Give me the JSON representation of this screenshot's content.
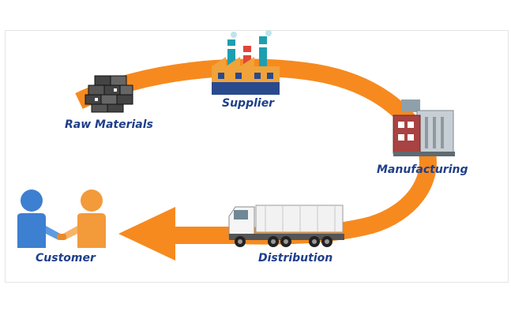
{
  "stages": {
    "raw_materials": {
      "label": "Raw Materials",
      "icon": "brick-stack-icon"
    },
    "supplier": {
      "label": "Supplier",
      "icon": "factory-chimneys-icon"
    },
    "manufacturing": {
      "label": "Manufacturing",
      "icon": "manufacturing-plant-icon"
    },
    "distribution": {
      "label": "Distribution",
      "icon": "dump-truck-icon"
    },
    "customer": {
      "label": "Customer",
      "icon": "handshake-icon"
    }
  },
  "colors": {
    "arrow": "#f68a1f",
    "label": "#1f3f8a",
    "person_left": "#3d7fd0",
    "person_right": "#f39a3a"
  }
}
